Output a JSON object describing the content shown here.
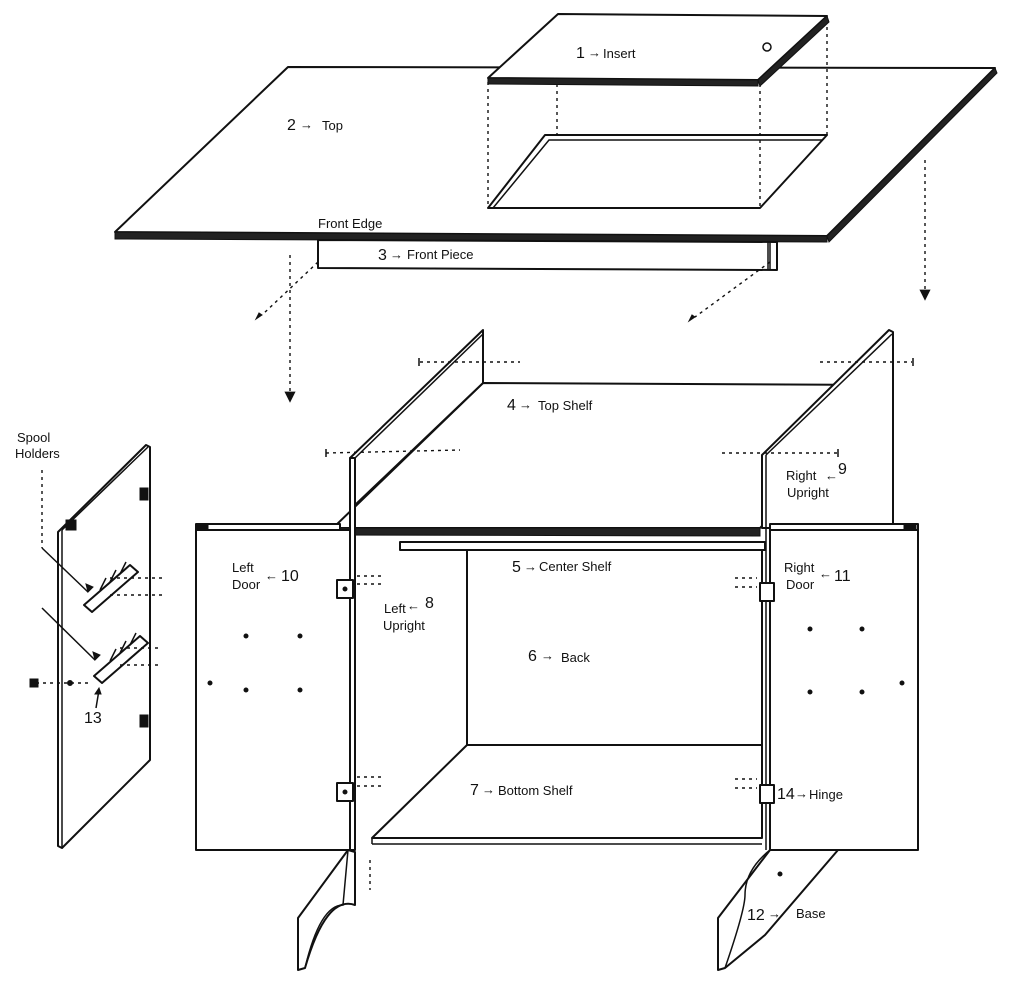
{
  "labels": {
    "insert": {
      "num": "1",
      "text": "Insert"
    },
    "top": {
      "num": "2",
      "text": "Top"
    },
    "front_edge": "Front Edge",
    "front_piece": {
      "num": "3",
      "text": "Front Piece"
    },
    "top_shelf": {
      "num": "4",
      "text": "Top Shelf"
    },
    "center_shelf": {
      "num": "5",
      "text": "Center Shelf"
    },
    "back": {
      "num": "6",
      "text": "Back"
    },
    "bottom_shelf": {
      "num": "7",
      "text": "Bottom Shelf"
    },
    "left_upright": {
      "num": "8",
      "line1": "Left",
      "line2": "Upright"
    },
    "right_upright": {
      "num": "9",
      "line1": "Right",
      "line2": "Upright"
    },
    "left_door": {
      "num": "10",
      "line1": "Left",
      "line2": "Door"
    },
    "right_door": {
      "num": "11",
      "line1": "Right",
      "line2": "Door"
    },
    "base": {
      "num": "12",
      "text": "Base"
    },
    "spool_pin": {
      "num": "13"
    },
    "hinge": {
      "num": "14",
      "text": "Hinge"
    },
    "spool_holders": {
      "line1": "Spool",
      "line2": "Holders"
    }
  }
}
